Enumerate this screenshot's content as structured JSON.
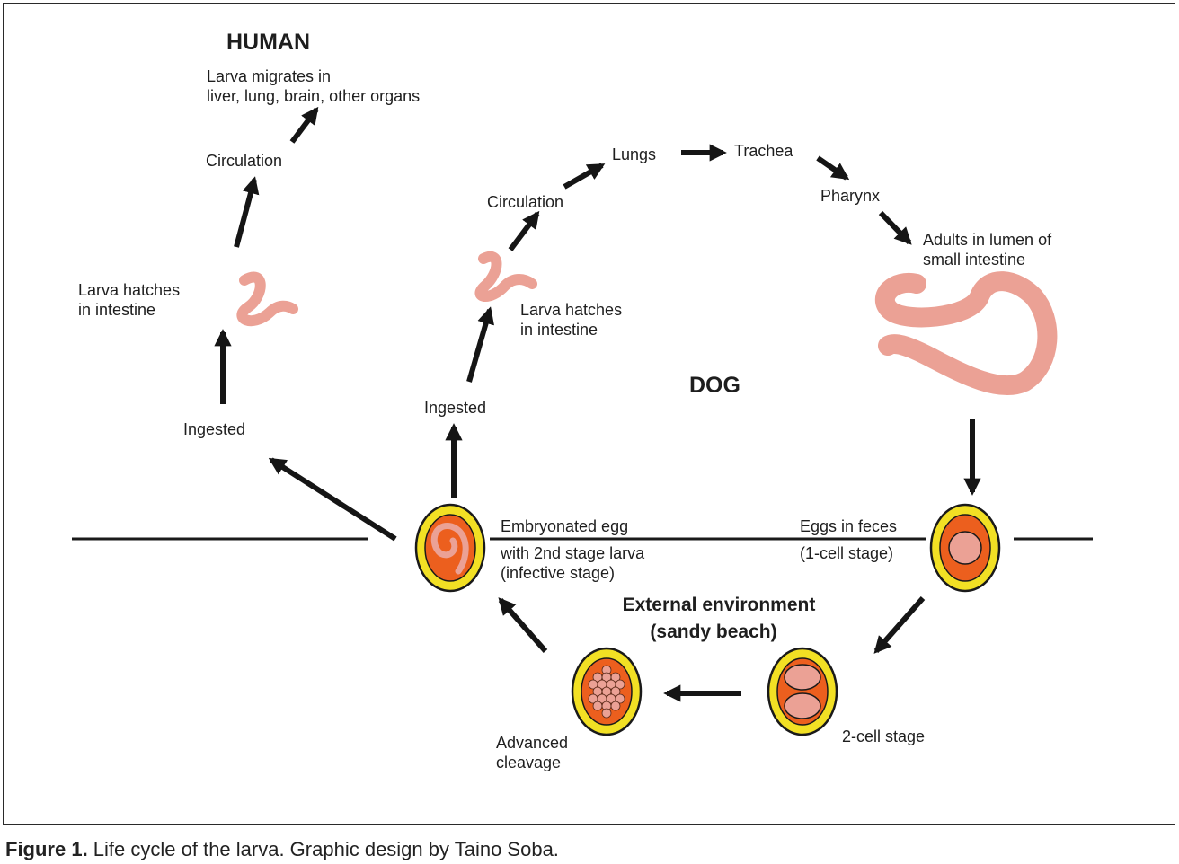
{
  "headings": {
    "human": "HUMAN",
    "dog": "DOG"
  },
  "human": {
    "migrates_line1": "Larva migrates in",
    "migrates_line2": "liver, lung, brain, other organs",
    "circulation": "Circulation",
    "hatches_line1": "Larva hatches",
    "hatches_line2": "in intestine",
    "ingested": "Ingested"
  },
  "dog": {
    "circulation": "Circulation",
    "lungs": "Lungs",
    "trachea": "Trachea",
    "pharynx": "Pharynx",
    "adults_line1": "Adults in lumen of",
    "adults_line2": "small intestine",
    "hatches_line1": "Larva hatches",
    "hatches_line2": "in intestine",
    "ingested": "Ingested"
  },
  "eggs": {
    "embryonated_line1": "Embryonated egg",
    "embryonated_line2": "with 2nd stage larva",
    "embryonated_line3": "(infective stage)",
    "feces_line1": "Eggs in feces",
    "feces_line2": "(1-cell stage)",
    "two_cell": "2-cell stage",
    "advanced_line1": "Advanced",
    "advanced_line2": "cleavage"
  },
  "environment": {
    "line1": "External environment",
    "line2": "(sandy beach)"
  },
  "caption": {
    "label": "Figure 1.",
    "text": " Life cycle of the larva. Graphic design by Taino Soba."
  },
  "colors": {
    "egg_outer": "#f2e024",
    "egg_ring": "#1a1a1a",
    "egg_inner": "#ec5f1e",
    "worm": "#eba195",
    "arrow": "#151515"
  }
}
